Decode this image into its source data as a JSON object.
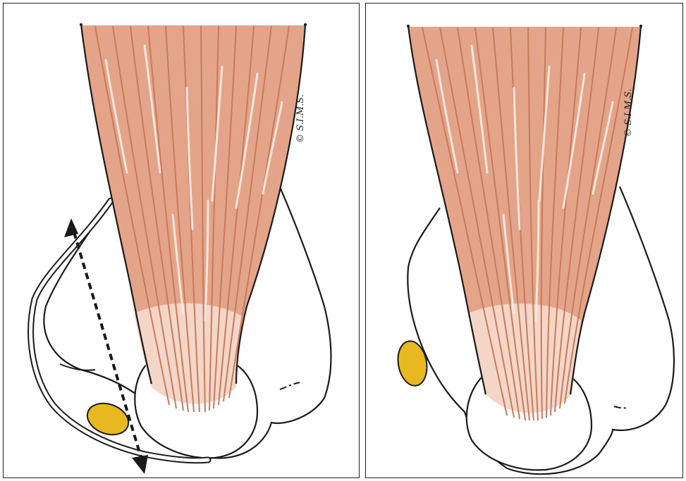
{
  "panels": [
    {
      "id": "left",
      "copyright": "© S.I.M.S.",
      "shows_nerve_transposition": true,
      "shows_incision_line": true
    },
    {
      "id": "right",
      "copyright": "© S.I.M.S.",
      "shows_nerve_transposition": false,
      "shows_incision_line": false
    }
  ],
  "colors": {
    "muscle": "#e3a48a",
    "muscle_fiber": "#c87a5a",
    "muscle_highlight": "#fbe6dc",
    "tendon": "#f4d6c8",
    "bone_outline": "#1a1a1a",
    "nerve": "#e8b820",
    "nerve_outline": "#1a1a1a",
    "background": "#ffffff"
  }
}
